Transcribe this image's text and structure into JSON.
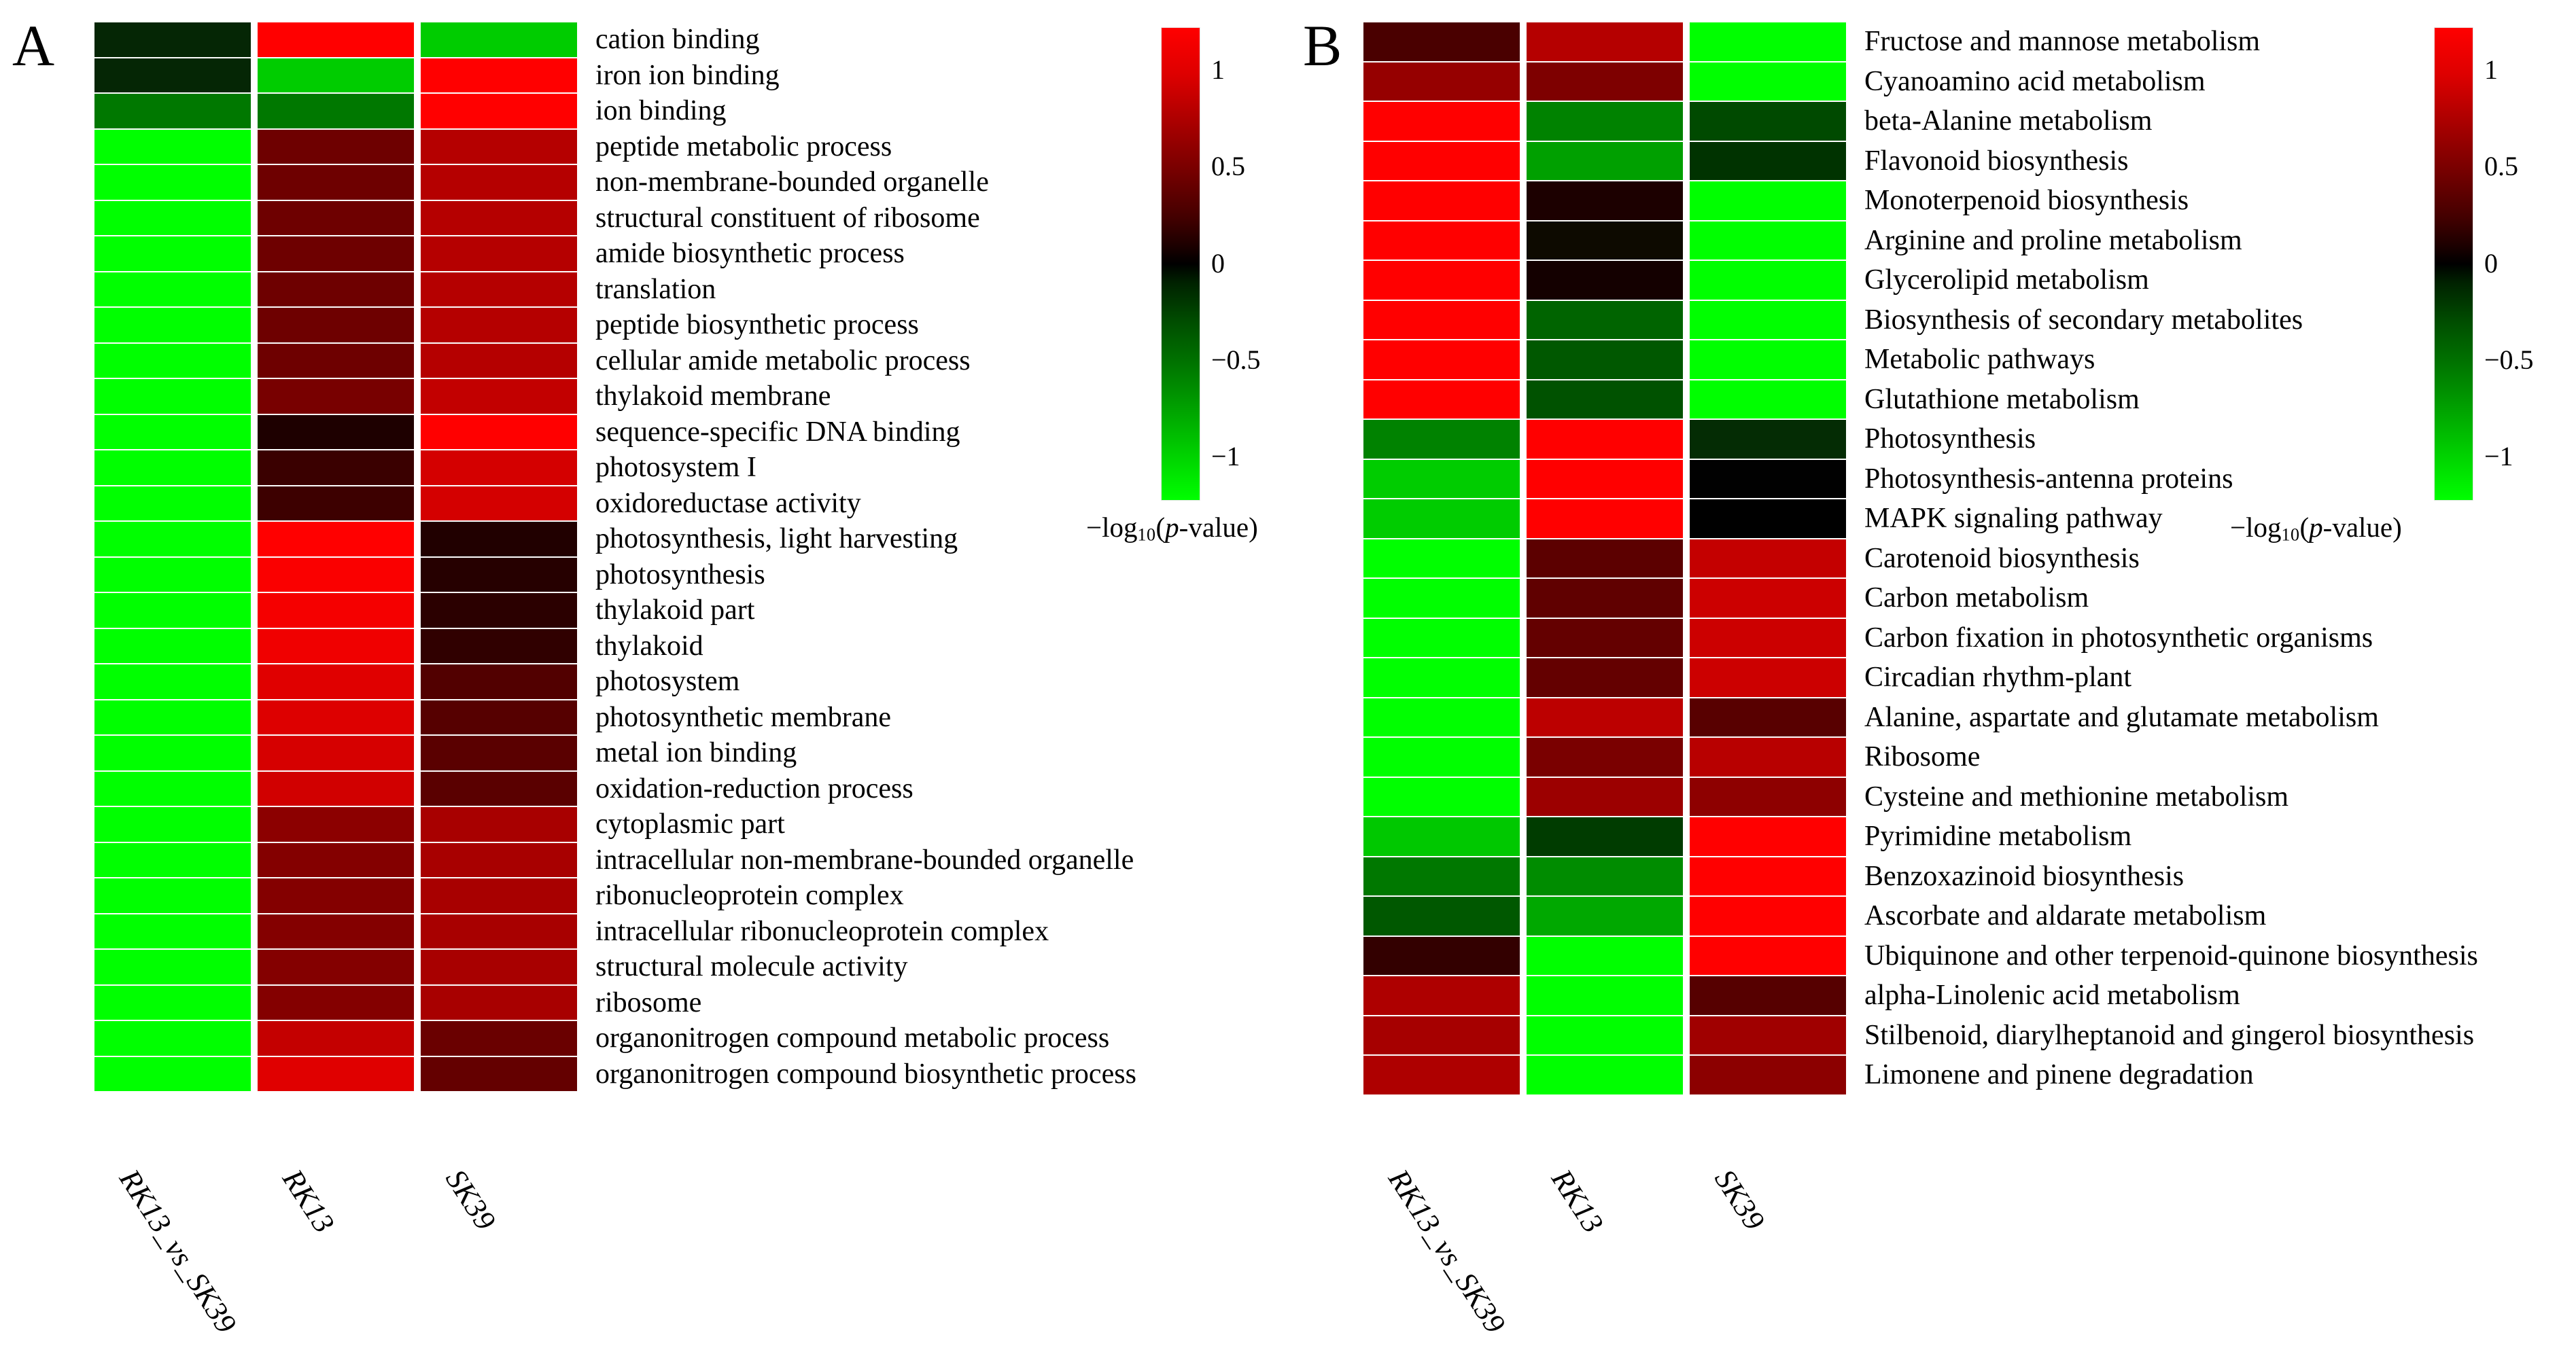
{
  "figure": {
    "panels": [
      {
        "letter": "A",
        "columns": [
          "RK13_vs_SK39",
          "RK13",
          "SK39"
        ],
        "colorbar": {
          "caption_prefix": "−log",
          "caption_sub": "10",
          "caption_italic": "p",
          "caption_suffix": "-value)",
          "caption_open": "(",
          "ticks": [
            "1",
            "0.5",
            "0",
            "−0.5",
            "−1"
          ],
          "tick_values": [
            1,
            0.5,
            0,
            -0.5,
            -1
          ],
          "min_color": "#00ff00",
          "mid_color": "#000000",
          "max_color": "#ff0000"
        },
        "rows": [
          "cation binding",
          "iron ion binding",
          "ion binding",
          "peptide metabolic process",
          "non-membrane-bounded organelle",
          "structural constituent of ribosome",
          "amide biosynthetic process",
          "translation",
          "peptide biosynthetic process",
          "cellular amide metabolic process",
          "thylakoid membrane",
          "sequence-specific DNA binding",
          "photosystem I",
          "oxidoreductase activity",
          "photosynthesis, light harvesting",
          "photosynthesis",
          "thylakoid part",
          "thylakoid",
          "photosystem",
          "photosynthetic membrane",
          "metal ion binding",
          "oxidation-reduction process",
          "cytoplasmic part",
          "intracellular non-membrane-bounded organelle",
          "ribonucleoprotein complex",
          "intracellular ribonucleoprotein complex",
          "structural molecule activity",
          "ribosome",
          "organonitrogen compound metabolic process",
          "organonitrogen compound biosynthetic process"
        ]
      },
      {
        "letter": "B",
        "columns": [
          "RK13_vs_SK39",
          "RK13",
          "SK39"
        ],
        "colorbar": {
          "caption_prefix": "−log",
          "caption_sub": "10",
          "caption_italic": "p",
          "caption_suffix": "-value)",
          "caption_open": "(",
          "ticks": [
            "1",
            "0.5",
            "0",
            "−0.5",
            "−1"
          ],
          "tick_values": [
            1,
            0.5,
            0,
            -0.5,
            -1
          ],
          "min_color": "#00ff00",
          "mid_color": "#000000",
          "max_color": "#ff0000"
        },
        "rows": [
          "Fructose and mannose metabolism",
          "Cyanoamino acid metabolism",
          "beta-Alanine metabolism",
          "Flavonoid biosynthesis",
          "Monoterpenoid biosynthesis",
          "Arginine and proline metabolism",
          "Glycerolipid metabolism",
          "Biosynthesis of secondary metabolites",
          "Metabolic pathways",
          "Glutathione metabolism",
          "Photosynthesis",
          "Photosynthesis-antenna proteins",
          "MAPK signaling pathway",
          "Carotenoid biosynthesis",
          "Carbon metabolism",
          "Carbon fixation in photosynthetic organisms",
          "Circadian rhythm-plant",
          "Alanine, aspartate and glutamate metabolism",
          "Ribosome",
          "Cysteine and methionine metabolism",
          "Pyrimidine metabolism",
          "Benzoxazinoid biosynthesis",
          "Ascorbate and aldarate metabolism",
          "Ubiquinone and other terpenoid-quinone biosynthesis",
          "alpha-Linolenic acid metabolism",
          "Stilbenoid, diarylheptanoid and gingerol biosynthesis",
          "Limonene and pinene degradation"
        ]
      }
    ]
  },
  "chart_data": [
    {
      "type": "heatmap",
      "panel": "A",
      "title": "GO term enrichment heatmap",
      "xlabel": "",
      "ylabel": "",
      "colorbar_label": "-log10(p-value)",
      "zlim": [
        -1.2,
        1.2
      ],
      "grid": false,
      "legend_position": "right",
      "x": [
        "RK13_vs_SK39",
        "RK13",
        "SK39"
      ],
      "y": [
        "cation binding",
        "iron ion binding",
        "ion binding",
        "peptide metabolic process",
        "non-membrane-bounded organelle",
        "structural constituent of ribosome",
        "amide biosynthetic process",
        "translation",
        "peptide biosynthetic process",
        "cellular amide metabolic process",
        "thylakoid membrane",
        "sequence-specific DNA binding",
        "photosystem I",
        "oxidoreductase activity",
        "photosynthesis, light harvesting",
        "photosynthesis",
        "thylakoid part",
        "thylakoid",
        "photosystem",
        "photosynthetic membrane",
        "metal ion binding",
        "oxidation-reduction process",
        "cytoplasmic part",
        "intracellular non-membrane-bounded organelle",
        "ribonucleoprotein complex",
        "intracellular ribonucleoprotein complex",
        "structural molecule activity",
        "ribosome",
        "organonitrogen compound metabolic process",
        "organonitrogen compound biosynthetic process"
      ],
      "z": [
        [
          -0.85,
          1.1,
          -0.92
        ],
        [
          -0.85,
          -0.92,
          1.1
        ],
        [
          -0.58,
          -0.58,
          1.1
        ],
        [
          -1.05,
          0.38,
          0.72
        ],
        [
          -1.05,
          0.38,
          0.72
        ],
        [
          -1.05,
          0.38,
          0.72
        ],
        [
          -1.05,
          0.38,
          0.72
        ],
        [
          -1.05,
          0.38,
          0.72
        ],
        [
          -1.05,
          0.38,
          0.72
        ],
        [
          -1.05,
          0.38,
          0.72
        ],
        [
          -1.05,
          0.42,
          0.78
        ],
        [
          -1.05,
          0.06,
          1.1
        ],
        [
          -1.05,
          0.2,
          0.85
        ],
        [
          -1.05,
          0.22,
          0.85
        ],
        [
          -1.05,
          1.05,
          0.08
        ],
        [
          -1.05,
          1.05,
          0.1
        ],
        [
          -1.05,
          1.05,
          0.12
        ],
        [
          -1.05,
          1.05,
          0.14
        ],
        [
          -1.05,
          0.95,
          0.32
        ],
        [
          -1.05,
          0.95,
          0.34
        ],
        [
          -1.05,
          0.92,
          0.36
        ],
        [
          -1.05,
          0.9,
          0.36
        ],
        [
          -1.05,
          0.55,
          0.68
        ],
        [
          -1.05,
          0.5,
          0.68
        ],
        [
          -1.05,
          0.5,
          0.68
        ],
        [
          -1.05,
          0.5,
          0.68
        ],
        [
          -1.05,
          0.5,
          0.68
        ],
        [
          -1.05,
          0.5,
          0.68
        ],
        [
          -1.05,
          0.82,
          0.42
        ],
        [
          -1.05,
          0.95,
          0.4
        ]
      ],
      "cell_colors": [
        [
          "#052605",
          "#ff0000",
          "#00cc00"
        ],
        [
          "#052605",
          "#00cc00",
          "#ff0000"
        ],
        [
          "#007800",
          "#007800",
          "#ff0000"
        ],
        [
          "#00ff00",
          "#6e0000",
          "#b50000"
        ],
        [
          "#00ff00",
          "#6e0000",
          "#b50000"
        ],
        [
          "#00ff00",
          "#6e0000",
          "#b50000"
        ],
        [
          "#00ff00",
          "#6e0000",
          "#b50000"
        ],
        [
          "#00ff00",
          "#6e0000",
          "#b50000"
        ],
        [
          "#00ff00",
          "#6e0000",
          "#b50000"
        ],
        [
          "#00ff00",
          "#6e0000",
          "#b50000"
        ],
        [
          "#00ff00",
          "#780000",
          "#c20000"
        ],
        [
          "#00ff00",
          "#1e0000",
          "#ff0000"
        ],
        [
          "#00ff00",
          "#3a0000",
          "#d40000"
        ],
        [
          "#00ff00",
          "#3d0000",
          "#d40000"
        ],
        [
          "#00ff00",
          "#ff0000",
          "#210000"
        ],
        [
          "#00ff00",
          "#fa0000",
          "#260000"
        ],
        [
          "#00ff00",
          "#f50000",
          "#2b0000"
        ],
        [
          "#00ff00",
          "#f00000",
          "#300000"
        ],
        [
          "#00ff00",
          "#e00000",
          "#520000"
        ],
        [
          "#00ff00",
          "#dd0000",
          "#560000"
        ],
        [
          "#00ff00",
          "#d60000",
          "#5a0000"
        ],
        [
          "#00ff00",
          "#d10000",
          "#5a0000"
        ],
        [
          "#00ff00",
          "#8c0000",
          "#a80000"
        ],
        [
          "#00ff00",
          "#840000",
          "#a80000"
        ],
        [
          "#00ff00",
          "#840000",
          "#a80000"
        ],
        [
          "#00ff00",
          "#840000",
          "#a80000"
        ],
        [
          "#00ff00",
          "#840000",
          "#a80000"
        ],
        [
          "#00ff00",
          "#840000",
          "#a80000"
        ],
        [
          "#00ff00",
          "#c40000",
          "#6a0000"
        ],
        [
          "#00ff00",
          "#e00000",
          "#640000"
        ]
      ]
    },
    {
      "type": "heatmap",
      "panel": "B",
      "title": "KEGG pathway enrichment heatmap",
      "xlabel": "",
      "ylabel": "",
      "colorbar_label": "-log10(p-value)",
      "zlim": [
        -1.2,
        1.2
      ],
      "grid": false,
      "legend_position": "right",
      "x": [
        "RK13_vs_SK39",
        "RK13",
        "SK39"
      ],
      "y": [
        "Fructose and mannose metabolism",
        "Cyanoamino acid metabolism",
        "beta-Alanine metabolism",
        "Flavonoid biosynthesis",
        "Monoterpenoid biosynthesis",
        "Arginine and proline metabolism",
        "Glycerolipid metabolism",
        "Biosynthesis of secondary metabolites",
        "Metabolic pathways",
        "Glutathione metabolism",
        "Photosynthesis",
        "Photosynthesis-antenna proteins",
        "MAPK signaling pathway",
        "Carotenoid biosynthesis",
        "Carbon metabolism",
        "Carbon fixation in photosynthetic organisms",
        "Circadian rhythm-plant",
        "Alanine, aspartate and glutamate metabolism",
        "Ribosome",
        "Cysteine and methionine metabolism",
        "Pyrimidine metabolism",
        "Benzoxazinoid biosynthesis",
        "Ascorbate and aldarate metabolism",
        "Ubiquinone and other terpenoid-quinone biosynthesis",
        "alpha-Linolenic acid metabolism",
        "Stilbenoid, diarylheptanoid and gingerol biosynthesis",
        "Limonene and pinene degradation"
      ],
      "z": [
        [
          0.4,
          0.72,
          -1.05
        ],
        [
          0.62,
          0.55,
          -1.05
        ],
        [
          1.05,
          -0.58,
          -0.72
        ],
        [
          1.05,
          -0.55,
          -0.82
        ],
        [
          1.05,
          0.05,
          -1.05
        ],
        [
          1.05,
          0.02,
          -1.05
        ],
        [
          1.05,
          0.04,
          -1.05
        ],
        [
          1.05,
          -0.45,
          -1.05
        ],
        [
          1.05,
          -0.52,
          -1.05
        ],
        [
          1.05,
          -0.55,
          -1.05
        ],
        [
          -0.58,
          1.0,
          -0.28
        ],
        [
          -0.92,
          1.02,
          0.0
        ],
        [
          -0.92,
          1.02,
          0.02
        ],
        [
          -1.05,
          0.48,
          0.82
        ],
        [
          -1.05,
          0.5,
          0.85
        ],
        [
          -1.05,
          0.52,
          0.85
        ],
        [
          -1.05,
          0.52,
          0.85
        ],
        [
          -1.05,
          0.8,
          0.45
        ],
        [
          -1.05,
          0.58,
          0.78
        ],
        [
          -1.05,
          0.7,
          0.6
        ],
        [
          -0.82,
          -0.62,
          1.02
        ],
        [
          -0.62,
          -0.55,
          1.05
        ],
        [
          -0.58,
          -0.52,
          1.05
        ],
        [
          0.3,
          -1.05,
          1.02
        ],
        [
          0.72,
          -1.05,
          0.48
        ],
        [
          0.7,
          -1.05,
          0.7
        ],
        [
          0.72,
          -1.05,
          0.62
        ]
      ],
      "cell_colors": [
        [
          "#4a0000",
          "#b50000",
          "#00ff00"
        ],
        [
          "#960000",
          "#7e0000",
          "#00ff00"
        ],
        [
          "#ff0000",
          "#008200",
          "#004a00"
        ],
        [
          "#ff0000",
          "#00a000",
          "#003300"
        ],
        [
          "#ff0000",
          "#1c0000",
          "#00ff00"
        ],
        [
          "#ff0000",
          "#0d0a00",
          "#00ff00"
        ],
        [
          "#ff0000",
          "#140000",
          "#00ff00"
        ],
        [
          "#ff0000",
          "#006400",
          "#00ff00"
        ],
        [
          "#ff0000",
          "#005800",
          "#00ff00"
        ],
        [
          "#ff0000",
          "#005200",
          "#00ff00"
        ],
        [
          "#008200",
          "#ff0000",
          "#042c04"
        ],
        [
          "#00cc00",
          "#ff0000",
          "#010101"
        ],
        [
          "#00cc00",
          "#ff0000",
          "#000000"
        ],
        [
          "#00ff00",
          "#5c0000",
          "#c40000"
        ],
        [
          "#00ff00",
          "#600000",
          "#cc0000"
        ],
        [
          "#00ff00",
          "#640000",
          "#cc0000"
        ],
        [
          "#00ff00",
          "#640000",
          "#cc0000"
        ],
        [
          "#00ff00",
          "#bc0000",
          "#580000"
        ],
        [
          "#00ff00",
          "#7a0000",
          "#b80000"
        ],
        [
          "#00ff00",
          "#9c0000",
          "#8e0000"
        ],
        [
          "#00c800",
          "#003c00",
          "#ff0000"
        ],
        [
          "#007800",
          "#008c00",
          "#ff0000"
        ],
        [
          "#005800",
          "#00a800",
          "#ff0000"
        ],
        [
          "#330000",
          "#00ff00",
          "#ff0000"
        ],
        [
          "#ae0000",
          "#00ff00",
          "#560000"
        ],
        [
          "#a60000",
          "#00ff00",
          "#a00000"
        ],
        [
          "#ae0000",
          "#00ff00",
          "#8c0000"
        ]
      ]
    }
  ]
}
